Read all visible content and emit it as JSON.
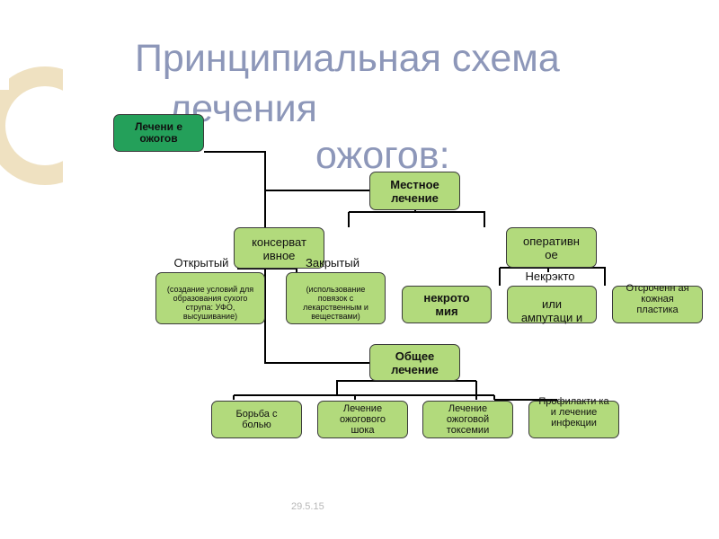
{
  "title": {
    "line1": "Принципиальная схема",
    "line2": "лечения",
    "line3": "ожогов:"
  },
  "nodes": {
    "root": "Лечени е ожогов",
    "local": "Местное лечение",
    "conservative": "консерват ивное",
    "operative": "оперативн ое",
    "open_method_label": "Открытый метод",
    "open_method_box": "(создание условий для образования сухого струпа: УФО, высушивание)",
    "closed_method_label": "Закрытый метод",
    "closed_method_box": "(использование повязок с лекарственным и веществами)",
    "necrotomy": "некрото мия",
    "necrectomy_label": "Некрэкто мия",
    "necrectomy_box": "или ампутаци и",
    "delayed_plastic": "Отсроченн ая кожная пластика",
    "general": "Общее лечение",
    "pain": "Борьба с болью",
    "shock": "Лечение ожогового шока",
    "toxemia": "Лечение ожоговой токсемии",
    "infection": "Профилакти ка и лечение инфекции"
  },
  "footer": {
    "date": "29.5.15"
  },
  "colors": {
    "box_light": "#b2da7c",
    "box_dark": "#24a05a",
    "title": "#8d97b9",
    "line": "#000000",
    "date": "#b8b8b8",
    "deco": "#e9d7ae"
  }
}
